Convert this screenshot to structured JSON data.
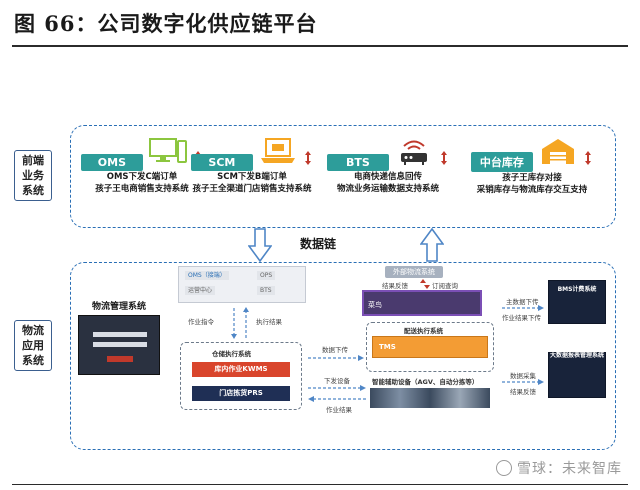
{
  "header": {
    "title": "图 66：公司数字化供应链平台",
    "watermark": "雪球：未来智库"
  },
  "colors": {
    "accent_teal": "#2d9d9a",
    "dashed_border": "#2a6fb5",
    "arrow_red": "#c0392b",
    "wms_red": "#d9452c",
    "prs_navy": "#1f2f55",
    "tms_orange": "#f39c34"
  },
  "layers": {
    "front": "前端\n业务\n系统",
    "app": "物流\n应用\n系统"
  },
  "services": [
    {
      "badge": "OMS",
      "icon": "computer-monitor-icon",
      "line1": "OMS下发C端订单",
      "line2": "孩子王电商销售支持系统"
    },
    {
      "badge": "SCM",
      "icon": "laptop-icon",
      "line1": "SCM下发B端订单",
      "line2": "孩子王全渠道门店销售支持系统"
    },
    {
      "badge": "BTS",
      "icon": "wifi-router-icon",
      "line1": "电商快递信息回传",
      "line2": "物流业务运输数据支持系统"
    },
    {
      "badge": "中台库存",
      "icon": "warehouse-icon",
      "line1": "孩子王库存对接",
      "line2": "采销库存与物流库存交互支持"
    }
  ],
  "data_chain": "数据链",
  "logistics": {
    "label": "物流管理系统",
    "center_chips": [
      "OMS（接端）",
      "OPS",
      "运营中心",
      "BTS"
    ],
    "job_dispatch": "作业指令",
    "exec_feedback": "执行结果",
    "warehouse_title": "仓储执行系统",
    "wms": "库内作业KWMS",
    "prs": "门店拣货PRS",
    "data_down": "数据下传",
    "dispatch_device": "下发设备",
    "job_feedback": "作业结果",
    "ext_title": "外部物流系统",
    "ext_bar": "菜鸟",
    "result_feedback": "结果反馈",
    "order_query": "订阅查询",
    "exec_title": "配送执行系统",
    "tms": "TMS",
    "aux_title": "智能辅助设备（AGV、自动分拣等）",
    "master_down": "主数据下传",
    "job_result_right": "作业结果下传",
    "data_collect": "数据采集",
    "result_feedback2": "结果反馈",
    "bms": "BMS计费系统",
    "bigdata": "大数据报表管理系统"
  }
}
